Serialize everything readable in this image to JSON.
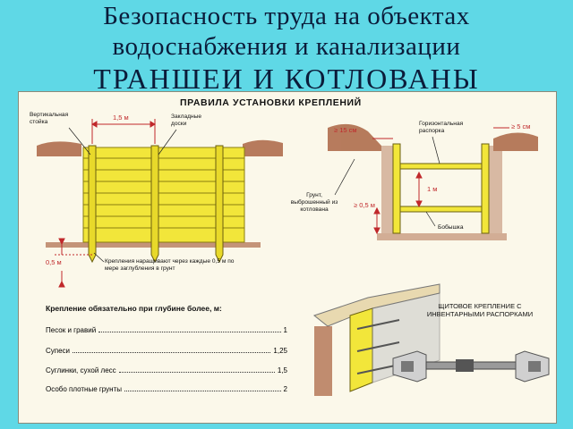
{
  "title": {
    "line1": "Безопасность труда на объектах",
    "line2": "водоснабжения и канализации",
    "line3": "ТРАНШЕИ И КОТЛОВАНЫ"
  },
  "panel_heading": "ПРАВИЛА УСТАНОВКИ КРЕПЛЕНИЙ",
  "left_diagram": {
    "label_vertical_post": "Вертикальная стойка",
    "label_planks": "Закладные доски",
    "dim_spacing": "1,5 м",
    "dim_depth": "0,5 м",
    "note": "Крепления наращивают через каждые 0,5 м по мере заглубления в грунт"
  },
  "right_diagram": {
    "dim_top_left": "≥ 15 см",
    "label_horizontal_strut": "Горизонтальная распорка",
    "dim_top_right": "≥ 5 см",
    "label_soil": "Грунт, выброшенный из котлована",
    "dim_bottom": "≥ 0,5 м",
    "dim_height": "1 м",
    "label_bobyshka": "Бобышка"
  },
  "requirement": {
    "heading": "Крепление обязательно при глубине более, м:",
    "rows": [
      {
        "material": "Песок и гравий",
        "depth": "1"
      },
      {
        "material": "Супеси",
        "depth": "1,25"
      },
      {
        "material": "Суглинки, сухой лесс",
        "depth": "1,5"
      },
      {
        "material": "Особо плотные грунты",
        "depth": "2"
      }
    ]
  },
  "shield_caption": "ЩИТОВОЕ КРЕПЛЕНИЕ С ИНВЕНТАРНЫМИ РАСПОРКАМИ",
  "colors": {
    "background": "#5fd8e6",
    "panel": "#fbf8ea",
    "wood": "#f2e63a",
    "soil": "#a0522d",
    "dimension": "#c0282b"
  }
}
